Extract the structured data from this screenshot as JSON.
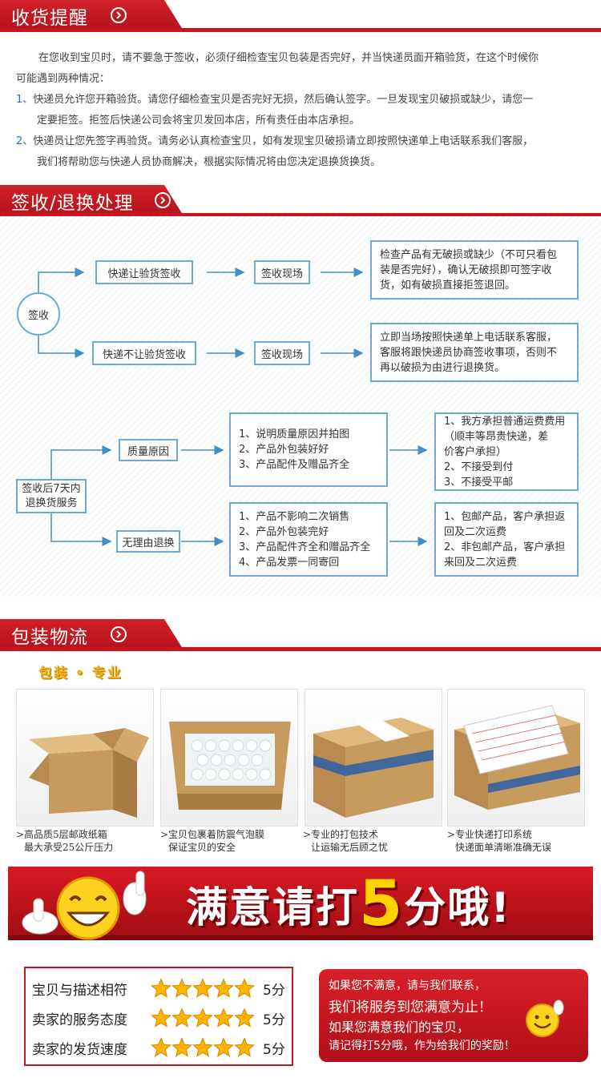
{
  "colors": {
    "brand_red": "#c8161f",
    "flow_blue": "#6ea9cf",
    "gold": "#f3b21a"
  },
  "section1": {
    "title": "收货提醒",
    "intro_1": "在您收到宝贝时，请不要急于签收，必须仔细检查宝贝包装是否完好，并当快递员面开箱验货，在这个时候你",
    "intro_2": "可能遇到两种情况：",
    "items": [
      {
        "num": "1、",
        "line1": "快递员允许您开箱验货。请您仔细检查宝贝是否完好无损，然后确认签字。一旦发现宝贝破损或缺少，请您一",
        "line2": "定要拒签。拒签后快递公司会将宝贝发回本店，所有责任由本店承担。"
      },
      {
        "num": "2、",
        "line1": "快递员让您先签字再验货。请务必认真检查宝贝，如有发现宝贝破损请立即按照快递单上电话联系我们客服，",
        "line2": "我们将帮助您与快递人员协商解决，根据实际情况将由您决定退换货换货。"
      }
    ]
  },
  "section2": {
    "title": "签收/退换处理",
    "flow1": {
      "root": "签收",
      "branch_a": "快递让验货签收",
      "branch_b": "快递不让验货签收",
      "step": "签收现场",
      "result_a": "检查产品有无破损或缺少（不可只看包\n装是否完好），确认无破损即可签字收\n货，如有破损直接拒签退回。",
      "result_b": "立即当场按照快递单上电话联系客服，\n客服将跟快递员协商签收事项，否则不\n再以破损为由进行退换货。"
    },
    "flow2": {
      "root": "签收后7天内\n退换货服务",
      "branch_a": "质量原因",
      "branch_b": "无理由退换",
      "cond_a": "1、说明质量原因并拍图\n2、产品外包装好好\n3、产品配件及赠品齐全",
      "cond_b": "1、产品不影响二次销售\n2、产品外包装完好\n3、产品配件齐全和赠品齐全\n4、产品发票一同寄回",
      "result_a": "1、我方承担普通运费费用\n （顺丰等昂贵快递，差\n 价客户承担）\n2、不接受到付\n3、不接受平邮",
      "result_b": "1、包邮产品，客户承担返\n 回及二次运费\n2、非包邮产品，客户承担\n 来回及二次运费"
    }
  },
  "section3": {
    "title": "包装物流",
    "subtitle": "包装 • 专业",
    "photos": [
      {
        "icon": "open-carton-box-icon",
        "cap1": ">高品质5层邮政纸箱",
        "cap2": "最大承受25公斤压力"
      },
      {
        "icon": "bubble-wrap-box-icon",
        "cap1": ">宝贝包裹着防震气泡膜",
        "cap2": "保证宝贝的安全"
      },
      {
        "icon": "taped-box-icon",
        "cap1": ">专业的打包技术",
        "cap2": "让运输无后顾之忧"
      },
      {
        "icon": "waybill-box-icon",
        "cap1": ">专业快递打印系统",
        "cap2": "快递面单清晰准确无误"
      }
    ]
  },
  "banner": {
    "pre": "满意请打",
    "five": "5",
    "post": "分哦!"
  },
  "rating": {
    "rows": [
      {
        "label": "宝贝与描述相符",
        "stars": 5,
        "score": "5分"
      },
      {
        "label": "卖家的服务态度",
        "stars": 5,
        "score": "5分"
      },
      {
        "label": "卖家的发货速度",
        "stars": 5,
        "score": "5分"
      }
    ]
  },
  "contact": {
    "line1": "如果您不满意，请与我们联系，",
    "line2": "我们将服务到您满意为止！",
    "line3": "如果您满意我们的宝贝，",
    "line4": "请记得打5分哦，作为给我们的奖励！"
  }
}
